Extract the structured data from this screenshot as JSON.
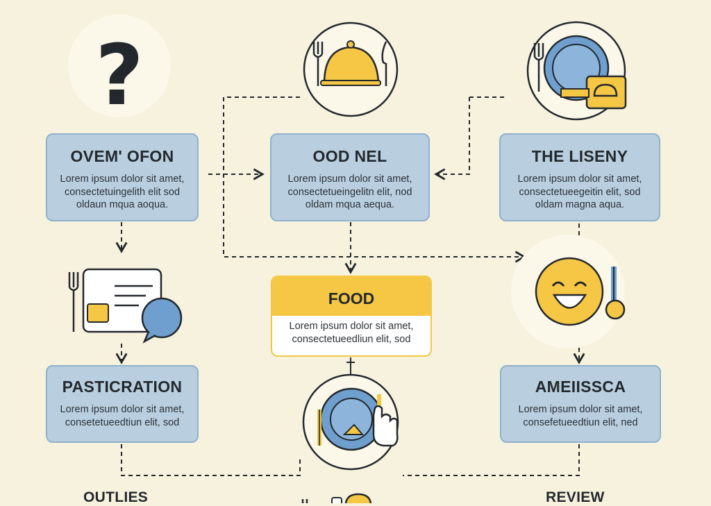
{
  "cards": {
    "top_left": {
      "title": "OVEM' OFON",
      "lines": [
        "Lorem ipsum dolor sit amet,",
        "consectetuingelith elit sod",
        "oldaun mqua aoqua."
      ]
    },
    "top_mid": {
      "title": "OOD NEL",
      "lines": [
        "Lorem ipsum dolor sit amet,",
        "consectetueingelitn elit, nod",
        "oldam mqua aequa."
      ]
    },
    "top_right": {
      "title": "THE LISENY",
      "lines": [
        "Lorem ipsum dolor sit amet,",
        "consectetueegeitin elit, sod",
        "oldam magna aqua."
      ]
    },
    "bot_left": {
      "title": "PASTICRATION",
      "lines": [
        "Lorem ipsum dolor sit amet,",
        "consetetueedtiun elit, sod"
      ]
    },
    "bot_right": {
      "title": "AMEIISSCA",
      "lines": [
        "Lorem ipsum dolor sit amet,",
        "consefetueedtiun elit, ned"
      ]
    }
  },
  "food": {
    "title": "FOOD",
    "lines": [
      "Lorem ipsum dolor sit amet,",
      "consectetueedliun elit, sod"
    ]
  },
  "bottom_labels": {
    "left": "OUTLIES",
    "right": "REVIEW"
  },
  "icons": {
    "question": "question-mark-icon",
    "cloche": "cloche-icon",
    "plate_ticket": "plate-ticket-icon",
    "menu_chat": "menu-chat-icon",
    "smiley": "smiley-icon",
    "plate_tap": "plate-tap-icon",
    "question_glyph": "?"
  },
  "colors": {
    "background": "#f7f2de",
    "card_fill": "#b9cfe0",
    "card_border": "#8fb0cc",
    "accent_yellow": "#f6c744",
    "accent_blue": "#6f9fce",
    "stroke": "#23282d"
  }
}
